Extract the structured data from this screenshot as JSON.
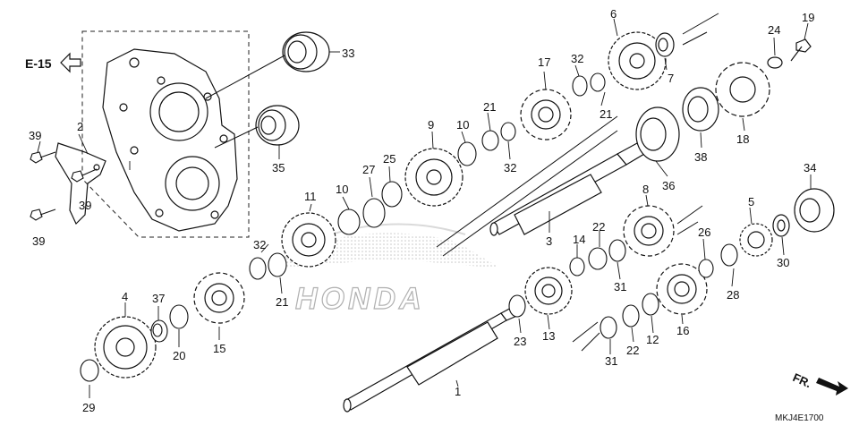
{
  "diagram": {
    "reference_code": "E-15",
    "direction_label": "FR.",
    "brand_watermark": "HONDA",
    "drawing_code": "MKJ4E1700"
  },
  "callouts": [
    "1",
    "2",
    "3",
    "4",
    "5",
    "6",
    "7",
    "8",
    "9",
    "10",
    "10",
    "11",
    "12",
    "13",
    "14",
    "15",
    "16",
    "17",
    "18",
    "19",
    "20",
    "21",
    "21",
    "21",
    "22",
    "22",
    "23",
    "24",
    "25",
    "26",
    "27",
    "28",
    "29",
    "30",
    "31",
    "31",
    "32",
    "32",
    "32",
    "33",
    "34",
    "35",
    "36",
    "37",
    "38",
    "39",
    "39",
    "39"
  ],
  "colors": {
    "ink": "#111111",
    "watermark": "#b9b9b9",
    "background": "#ffffff"
  }
}
